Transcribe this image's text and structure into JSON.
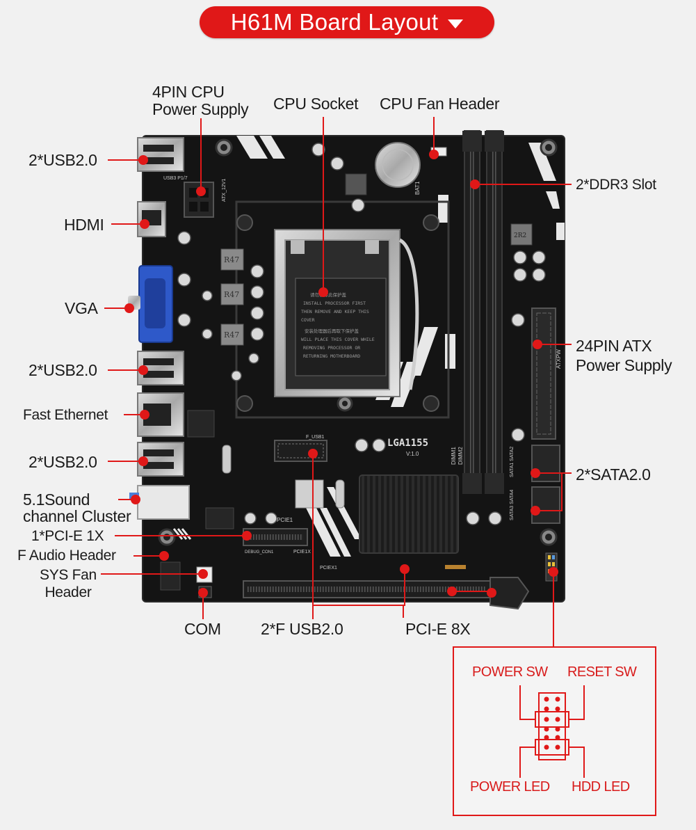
{
  "title": "H61M  Board Layout",
  "accent_color": "#e01818",
  "board_color": "#151515",
  "labels": {
    "cpu_power": "4PIN CPU\nPower Supply",
    "cpu_socket": "CPU Socket",
    "cpu_fan": "CPU Fan Header",
    "usb_top": "2*USB2.0",
    "hdmi": "HDMI",
    "vga": "VGA",
    "usb_mid": "2*USB2.0",
    "ethernet": "Fast Ethernet",
    "usb_low": "2*USB2.0",
    "sound": "5.1Sound\nchannel Cluster",
    "pcie1x": "1*PCI-E 1X",
    "f_audio": "F Audio Header",
    "sys_fan": "SYS Fan\nHeader",
    "com": "COM",
    "f_usb": "2*F USB2.0",
    "pcie8x": "PCI-E 8X",
    "ddr3": "2*DDR3 Slot",
    "atx24": "24PIN ATX\nPower Supply",
    "sata": "2*SATA2.0"
  },
  "board_text": {
    "socket_name": "LGA1155",
    "socket_ver": "V:1.0",
    "r47": "R47",
    "usb_port": "USB3 P1/7",
    "atx12v": "ATX_12V1",
    "bat": "BAT1",
    "pcie1": "PCIE1",
    "pciex1": "PCIE1X",
    "pciex1b": "PCIEX1",
    "debug": "DEBUG_CON1",
    "fusb": "F_USB1",
    "dimm1": "DIMM1",
    "dimm2": "DIMM2",
    "sata12": "SATA1 SATA2",
    "sata34": "SATA3 SATA4",
    "choke": "2R2",
    "atxpwr": "ATXPW"
  },
  "panel": {
    "power_sw": "POWER SW",
    "reset_sw": "RESET SW",
    "power_led": "POWER LED",
    "hdd_led": "HDD  LED"
  },
  "socket_warning": [
    "请勿移除此保护盖",
    "INSTALL PROCESSOR FIRST",
    "THEN REMOVE AND KEEP THIS",
    "COVER",
    "安装处理器后再取下保护盖",
    "WILL PLACE THIS COVER WHILE",
    "REMOVING PROCESSOR OR",
    "RETURNING MOTHERBOARD"
  ]
}
